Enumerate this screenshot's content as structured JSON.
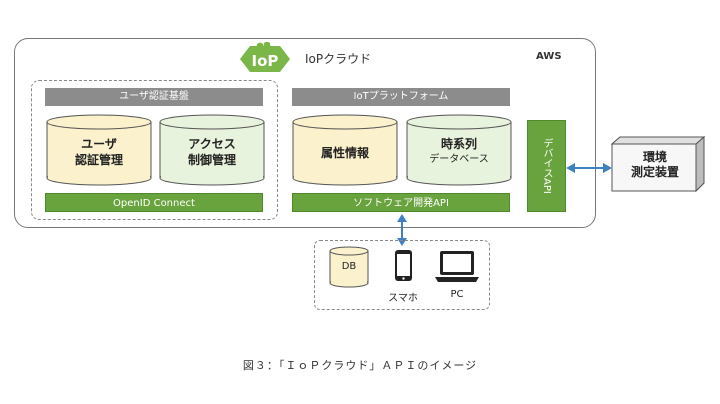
{
  "cloud": {
    "name": "IoPクラウド",
    "provider": "AWS",
    "logo_text": "IoP"
  },
  "user_group": {
    "title": "ユーザ認証基盤",
    "db1": [
      "ユーザ",
      "認証管理"
    ],
    "db2": [
      "アクセス",
      "制御管理"
    ],
    "bar": "OpenID Connect"
  },
  "iot": {
    "title": "IoTプラットフォーム",
    "db1": [
      "属性情報"
    ],
    "db2": [
      "時系列",
      "データベース"
    ],
    "bar": "ソフトウェア開発API"
  },
  "device_api": "デバイスAPI",
  "external": [
    "環境",
    "測定装置"
  ],
  "clients": {
    "db": "DB",
    "phone": "スマホ",
    "pc": "PC"
  },
  "caption": "図３：「ＩｏＰクラウド」ＡＰＩのイメージ",
  "colors": {
    "green": "#69a33e",
    "light_green": "#e8f3dd",
    "cream": "#fbf1cc",
    "gray": "#8c8c8c",
    "arrow": "#3f7fc4",
    "logo": "#7ab648"
  }
}
